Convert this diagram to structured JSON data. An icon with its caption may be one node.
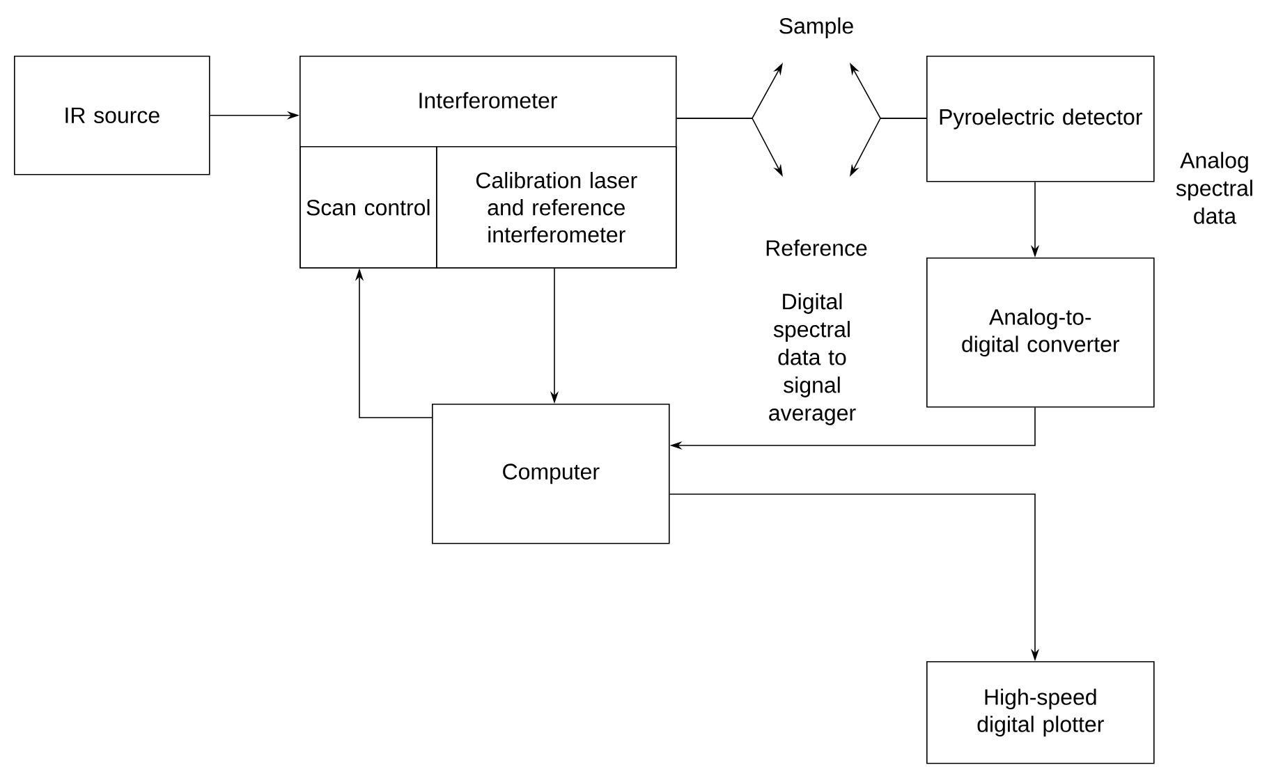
{
  "diagram": {
    "nodes": [
      {
        "text": [
          "IR source"
        ]
      },
      {
        "text": [
          "Interferometer"
        ]
      },
      {
        "text": [
          "Scan control"
        ],
        "in": 1
      },
      {
        "text": [
          "Calibration laser and reference interferometer"
        ],
        "in": 1
      },
      {
        "text": [
          "Sample"
        ]
      },
      {
        "text": [
          "Reference"
        ]
      },
      {
        "text": [
          "Pyroelectric detector"
        ]
      },
      {
        "text": [
          "Analog-to-digital converter"
        ]
      },
      {
        "text": [
          "Computer"
        ]
      },
      {
        "text": [
          "High-speed digital plotter"
        ]
      }
    ],
    "edges": [
      {
        "from": 0,
        "to": 1,
        "arrow": "to"
      },
      {
        "from": 1,
        "to": 4,
        "arrow": "to"
      },
      {
        "from": 1,
        "to": 5,
        "arrow": "to"
      },
      {
        "from": 6,
        "to": 4,
        "arrow": "to"
      },
      {
        "from": 6,
        "to": 5,
        "arrow": "to"
      },
      {
        "from": 6,
        "to": 7,
        "arrow": "to"
      },
      {
        "from": 7,
        "to": 8,
        "arrow": "to"
      },
      {
        "from": 3,
        "to": 8,
        "arrow": "to"
      },
      {
        "from": 8,
        "to": 2,
        "arrow": "to"
      },
      {
        "from": 8,
        "to": 9,
        "arrow": "to"
      }
    ],
    "labels": [
      "Analog spectral data",
      "Digital spectral data to signal averager"
    ]
  }
}
